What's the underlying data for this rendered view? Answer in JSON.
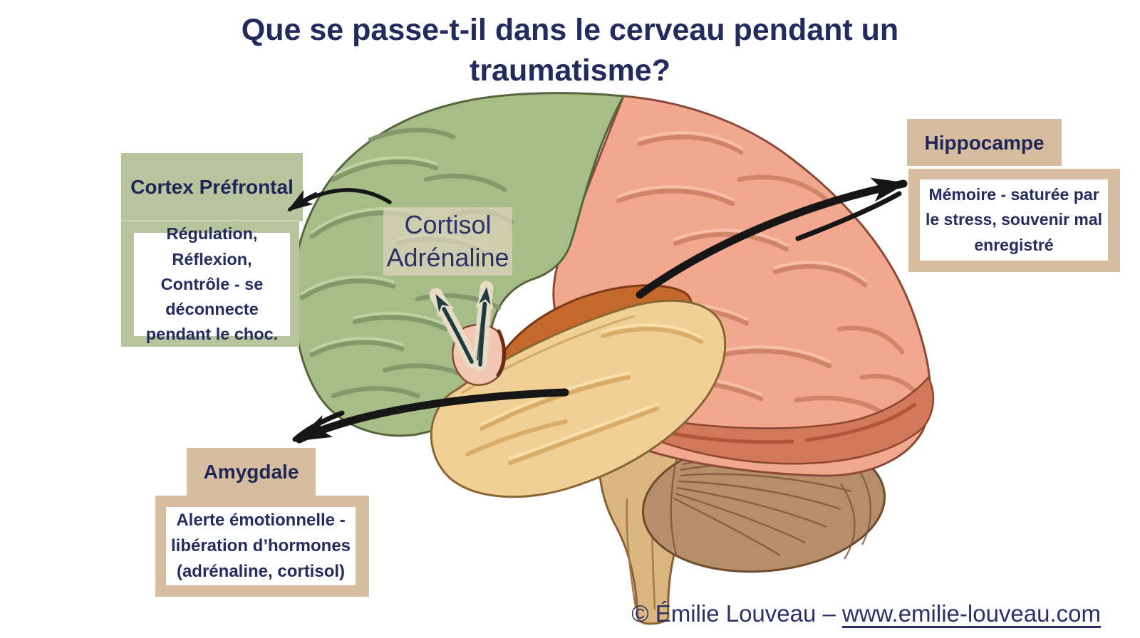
{
  "title": "Que se passe-t-il dans le cerveau pendant un traumatisme?",
  "annotations": {
    "cortex_prefrontal": {
      "title": "Cortex Préfrontal",
      "description": "Régulation, Réflexion, Contrôle - se déconnecte pendant le choc."
    },
    "cortisol_adrenaline": {
      "label": "Cortisol Adrénaline"
    },
    "hippocampe": {
      "title": "Hippocampe",
      "description": "Mémoire - saturée par le stress, souvenir mal enregistré"
    },
    "amygdale": {
      "title": "Amygdale",
      "description": "Alerte émotionnelle - libération d’hormones (adrénaline, cortisol)"
    }
  },
  "footer": {
    "copyright": "© Émilie Louveau –",
    "link": "www.emilie-louveau.com"
  },
  "colors": {
    "text_navy": "#232b5e",
    "box_green": "#b7c49c",
    "box_tan": "#d6bda0",
    "box_white": "#ffffff",
    "cortisol_overlay": "#dbd1bb",
    "frontal_lobe_green": "#a6bd87",
    "parietal_lobe_salmon": "#f1a88e",
    "occipital_band_salmon": "#d2795c",
    "temporal_lobe_yellow": "#f0d094",
    "hippocampus_orange": "#c4692b",
    "amygdala_pink": "#f2c7b4",
    "cerebellum_brown": "#b68e69",
    "brainstem_tan": "#d9b77f",
    "arrow_black": "#161616"
  }
}
